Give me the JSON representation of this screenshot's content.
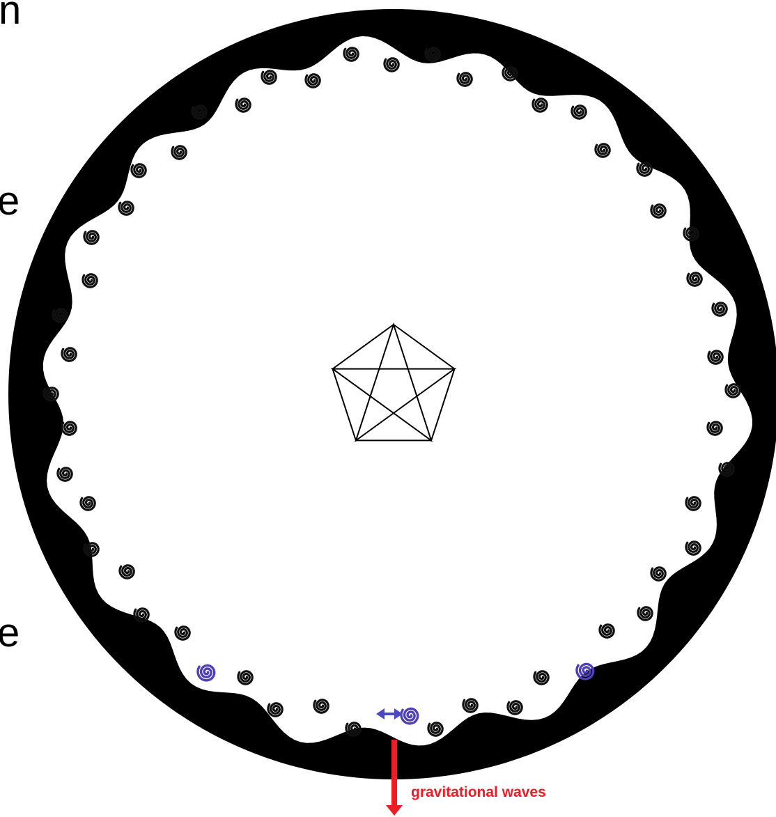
{
  "diagram": {
    "cut_letters": [
      "n",
      "e",
      "e"
    ],
    "annotation": "gravitational waves",
    "colors": {
      "ring": "#000000",
      "spiral": "#111111",
      "highlight_spiral": "#5040b8",
      "arrow_blue": "#4b47c9",
      "gravitational_wave": "#ee1c25"
    },
    "symbols": {
      "center": "pentagram-in-pentagon",
      "galaxy": "spiral-icon"
    },
    "spiral_count": 52,
    "highlighted_spiral_count": 3
  }
}
